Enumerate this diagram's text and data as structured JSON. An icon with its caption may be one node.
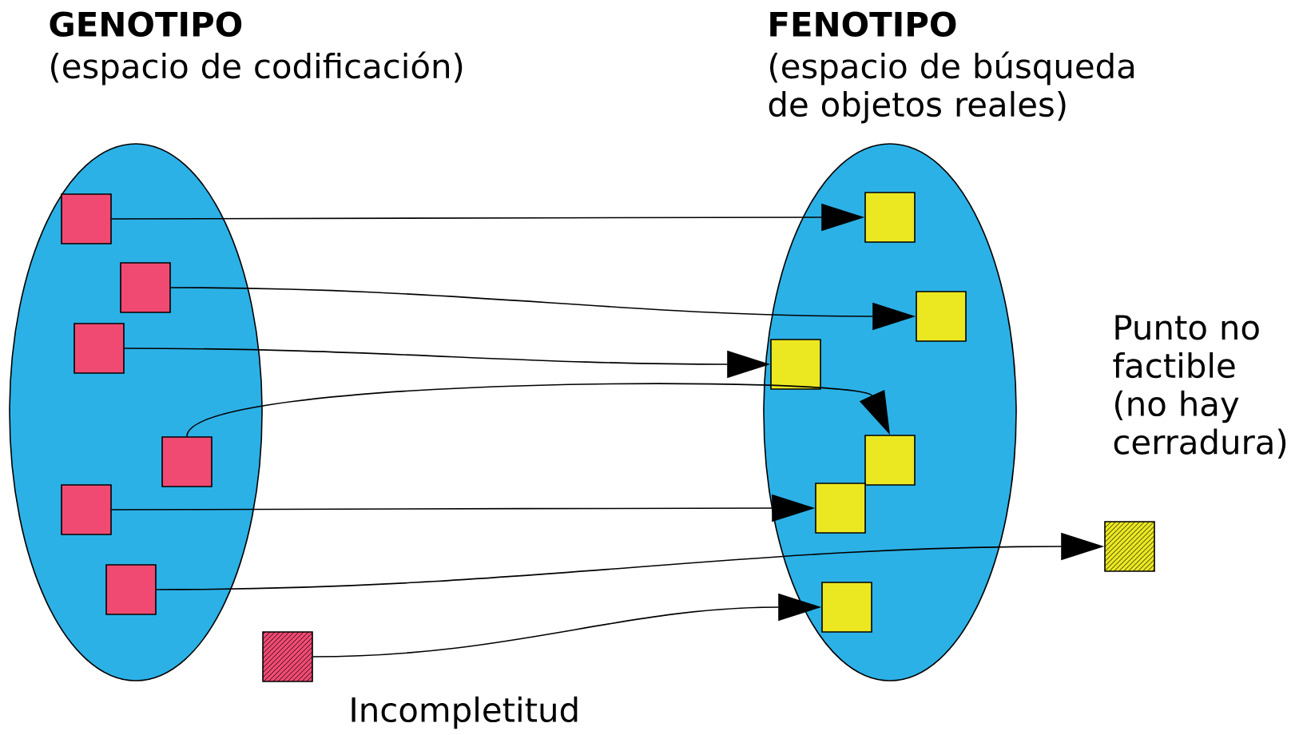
{
  "diagram": {
    "nodes": [
      {
        "text": [
          "GENOTIPO",
          "(espacio de codificación)"
        ]
      },
      {
        "text": [
          "FENOTIPO",
          "(espacio de búsqueda de objetos reales)"
        ]
      },
      {
        "text": [],
        "shape": "box",
        "in": 0
      },
      {
        "text": [],
        "shape": "box",
        "in": 0
      },
      {
        "text": [],
        "shape": "box",
        "in": 0
      },
      {
        "text": [],
        "shape": "box",
        "in": 0
      },
      {
        "text": [],
        "shape": "box",
        "in": 0
      },
      {
        "text": [],
        "shape": "box",
        "in": 0
      },
      {
        "text": [],
        "shape": "box",
        "beside": [
          "Incompletitud"
        ]
      },
      {
        "text": [],
        "shape": "box",
        "in": 1
      },
      {
        "text": [],
        "shape": "box",
        "in": 1
      },
      {
        "text": [],
        "shape": "box",
        "in": 1
      },
      {
        "text": [],
        "shape": "box",
        "in": 1
      },
      {
        "text": [],
        "shape": "box",
        "in": 1
      },
      {
        "text": [],
        "shape": "box",
        "in": 1
      },
      {
        "text": [],
        "shape": "box"
      }
    ],
    "edges": [
      {
        "from": 2,
        "to": 9,
        "arrow": "to"
      },
      {
        "from": 3,
        "to": 10,
        "arrow": "to"
      },
      {
        "from": 4,
        "to": 11,
        "arrow": "to"
      },
      {
        "from": 5,
        "to": 12,
        "arrow": "to"
      },
      {
        "from": 6,
        "to": 13,
        "arrow": "to"
      },
      {
        "from": 7,
        "to": 15,
        "arrow": "to"
      },
      {
        "from": 8,
        "to": 14,
        "arrow": "to"
      }
    ],
    "labels": [
      "Punto no factible (no hay cerradura)"
    ]
  }
}
